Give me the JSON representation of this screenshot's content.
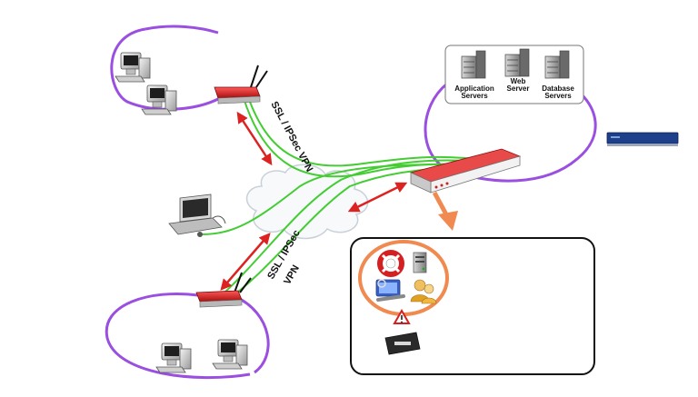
{
  "colors": {
    "ring": "#9b4fe0",
    "tunnel": "#44cc33",
    "arrow": "#dd2222",
    "router": "#d82020",
    "orange": "#f08a50",
    "device_blue": "#1e3f8a"
  },
  "labels": {
    "vpn_top": "SSL / IPSec VPN",
    "vpn_bottom_1": "SSL / IPSec",
    "vpn_bottom_2": "VPN"
  },
  "servers": {
    "app_1": "Application",
    "app_2": "Servers",
    "web_1": "Web",
    "web_2": "Server",
    "db_1": "Database",
    "db_2": "Servers"
  },
  "icons": {
    "lifebuoy": "lifebuoy-icon",
    "server": "server-icon",
    "tools": "tools-monitor-icon",
    "users": "users-group-icon",
    "warning": "warning-device-icon"
  }
}
